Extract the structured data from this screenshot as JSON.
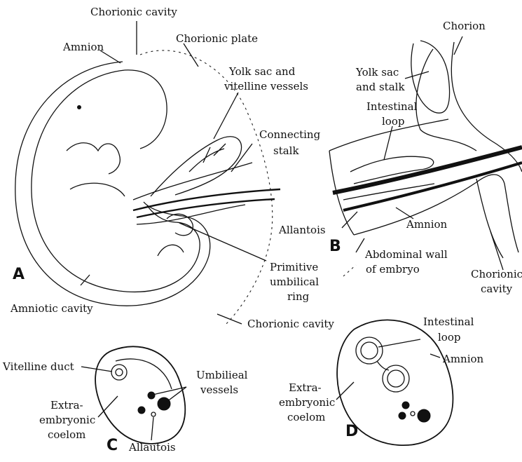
{
  "panels": {
    "a": "A",
    "b": "B",
    "c": "C",
    "d": "D"
  },
  "labels": {
    "chorionic_cavity_top": "Chorionic cavity",
    "chorionic_plate": "Chorionic plate",
    "amnion_a": "Amnion",
    "yolk_sac_vessels_1": "Yolk sac and",
    "yolk_sac_vessels_2": "vitelline vessels",
    "connecting_stalk_1": "Connecting",
    "connecting_stalk_2": "stalk",
    "primitive_ring_1": "Primitive",
    "primitive_ring_2": "umbilical",
    "primitive_ring_3": "ring",
    "amniotic_cavity": "Amniotic cavity",
    "chorionic_cavity_bottom": "Chorionic cavity",
    "chorion": "Chorion",
    "yolk_sac_stalk_1": "Yolk sac",
    "yolk_sac_stalk_2": "and stalk",
    "intestinal_loop_b_1": "Intestinal",
    "intestinal_loop_b_2": "loop",
    "allantois_b": "Allantois",
    "amnion_b": "Amnion",
    "abdominal_wall_1": "Abdominal wall",
    "abdominal_wall_2": "of embryo",
    "chorionic_cavity_b_1": "Chorionic",
    "chorionic_cavity_b_2": "cavity",
    "vitelline_duct": "Vitelline duct",
    "umbilical_vessels_1": "Umbilieal",
    "umbilical_vessels_2": "vessels",
    "extra_embryonic_c_1": "Extra-",
    "extra_embryonic_c_2": "embryonic",
    "extra_embryonic_c_3": "coelom",
    "allantois_c": "Allautois",
    "intestinal_loop_d_1": "Intestinal",
    "intestinal_loop_d_2": "loop",
    "amnion_d": "Amnion",
    "extra_embryonic_d_1": "Extra-",
    "extra_embryonic_d_2": "embryonic",
    "extra_embryonic_d_3": "coelom"
  }
}
